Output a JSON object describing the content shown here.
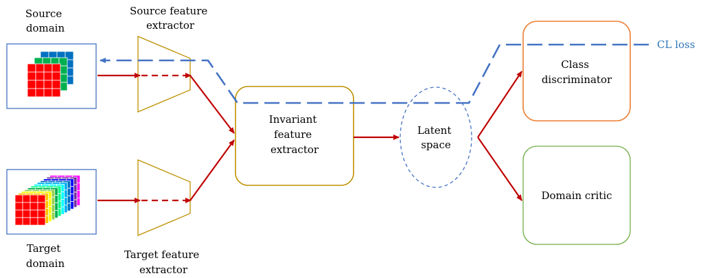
{
  "labels": {
    "source_domain": [
      "Source",
      "domain"
    ],
    "target_domain": [
      "Target",
      "domain"
    ],
    "source_feature_extractor": [
      "Source feature",
      "extractor"
    ],
    "target_feature_extractor": [
      "Target feature",
      "extractor"
    ],
    "invariant_feature_extractor": [
      "Invariant",
      "feature",
      "extractor"
    ],
    "latent_space": [
      "Latent",
      "space"
    ],
    "class_discriminator": [
      "Class",
      "discriminator"
    ],
    "domain_critic": "Domain critic",
    "cl_loss": "CL loss"
  },
  "colors": {
    "data_flow_arrow": "#c00000",
    "cl_loss_path": "#4472c4",
    "cl_loss_text": "#2e75b6",
    "domain_box_border": "#4472c4",
    "extractor_border": "#bf9000",
    "invariant_box_border": "#bf9000",
    "latent_space_border": "#4472c4",
    "class_discriminator_border": "#ed7d31",
    "domain_critic_border": "#70ad47"
  },
  "source_grid_layers": [
    "#0070c0",
    "#00b050",
    "#ff0000"
  ],
  "target_grid_layers": [
    "#ff00ff",
    "#7030a0",
    "#0000ff",
    "#0070c0",
    "#00b0f0",
    "#00ffff",
    "#00ff80",
    "#00b050",
    "#92d050",
    "#ffff00",
    "#ffc000",
    "#ff0000"
  ]
}
